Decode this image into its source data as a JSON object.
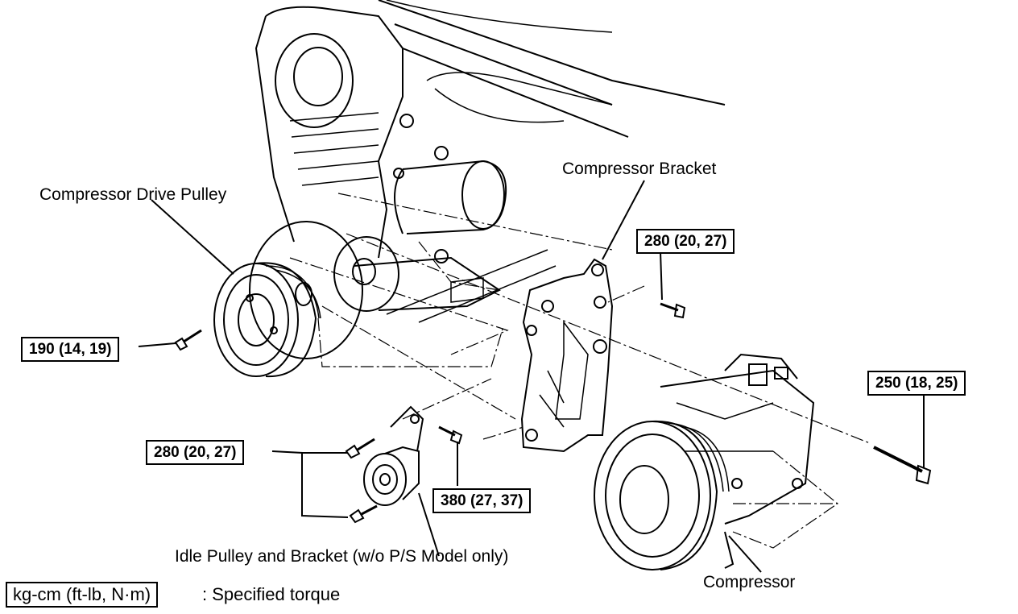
{
  "labels": {
    "drive_pulley": "Compressor Drive Pulley",
    "bracket": "Compressor Bracket",
    "idle_pulley": "Idle Pulley and Bracket (w/o P/S Model only)",
    "compressor": "Compressor"
  },
  "torques": {
    "drive_pulley_bolt": "190 (14, 19)",
    "bracket_bolt": "280 (20, 27)",
    "compressor_bolt": "250 (18, 25)",
    "idle_bracket_bolts": "280 (20, 27)",
    "idle_pulley_bolt": "380 (27, 37)"
  },
  "legend": {
    "unit": "kg-cm (ft-lb, N·m)",
    "description": ": Specified torque"
  }
}
